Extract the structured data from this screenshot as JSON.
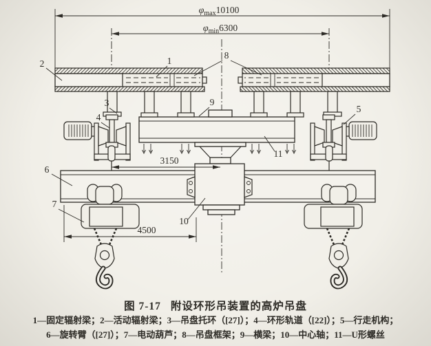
{
  "caption": {
    "number": "图 7-17",
    "title": "附设环形吊装置的高炉吊盘"
  },
  "legend": {
    "line1": "1—固定辐射梁；2—活动辐射梁；3—吊盘托环（[27]）；4—环形轨道（[22]）；5—行走机构；",
    "line2": "6—旋转臂（[27]）；7—电动葫芦；8—吊盘框架；9—横梁；10—中心轴；11—U形螺丝"
  },
  "dims": {
    "phi": "φ",
    "max_sub": "max",
    "max_value": "10100",
    "min_sub": "min",
    "min_value": "6300",
    "r3150": "3150",
    "r4500": "4500"
  },
  "parts": {
    "n1": "1",
    "n2": "2",
    "n3": "3",
    "n4": "4",
    "n5": "5",
    "n6": "6",
    "n7": "7",
    "n8": "8",
    "n9": "9",
    "n10": "10",
    "n11": "11"
  },
  "colors": {
    "paper": "#f1efe8",
    "ink": "#2d2b26"
  }
}
